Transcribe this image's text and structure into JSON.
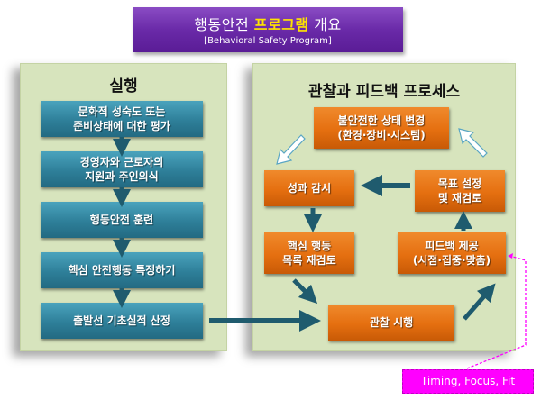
{
  "title": {
    "prefix": "행동안전 ",
    "highlight": "프로그램",
    "suffix": " 개요",
    "subtitle": "[Behavioral Safety Program]"
  },
  "left_panel": {
    "heading": "실행",
    "steps": [
      {
        "line1": "문화적 성숙도 또는",
        "line2": "준비상태에 대한 평가"
      },
      {
        "line1": "경영자와 근로자의",
        "line2": "지원과 주인의식"
      },
      {
        "line1": "행동안전 훈련",
        "line2": ""
      },
      {
        "line1": "핵심 안전행동 특정하기",
        "line2": ""
      },
      {
        "line1": "출발선 기초실적 산정",
        "line2": ""
      }
    ]
  },
  "right_panel": {
    "heading": "관찰과 피드백 프로세스",
    "nodes": {
      "unsafe_condition": {
        "line1": "불안전한 상태 변경",
        "line2": "(환경·장비·시스템)"
      },
      "monitoring": {
        "line1": "성과 감시",
        "line2": ""
      },
      "goal_setting": {
        "line1": "목표 설정",
        "line2": "및 재검토"
      },
      "key_behavior": {
        "line1": "핵심 행동",
        "line2": "목록 재검토"
      },
      "feedback": {
        "line1": "피드백 제공",
        "line2": "(시점·집중·맞춤)"
      },
      "observation": {
        "line1": "관찰 시행",
        "line2": ""
      }
    }
  },
  "callout": {
    "text": "Timing, Focus, Fit"
  },
  "colors": {
    "title_bg": "#6a2aa8",
    "highlight": "#ffe400",
    "panel_bg": "#d7e4bd",
    "blue_box": "#2e7f99",
    "orange_box": "#e56f10",
    "arrow_dark": "#1f5b6e",
    "callout_bg": "#ff00ff"
  }
}
